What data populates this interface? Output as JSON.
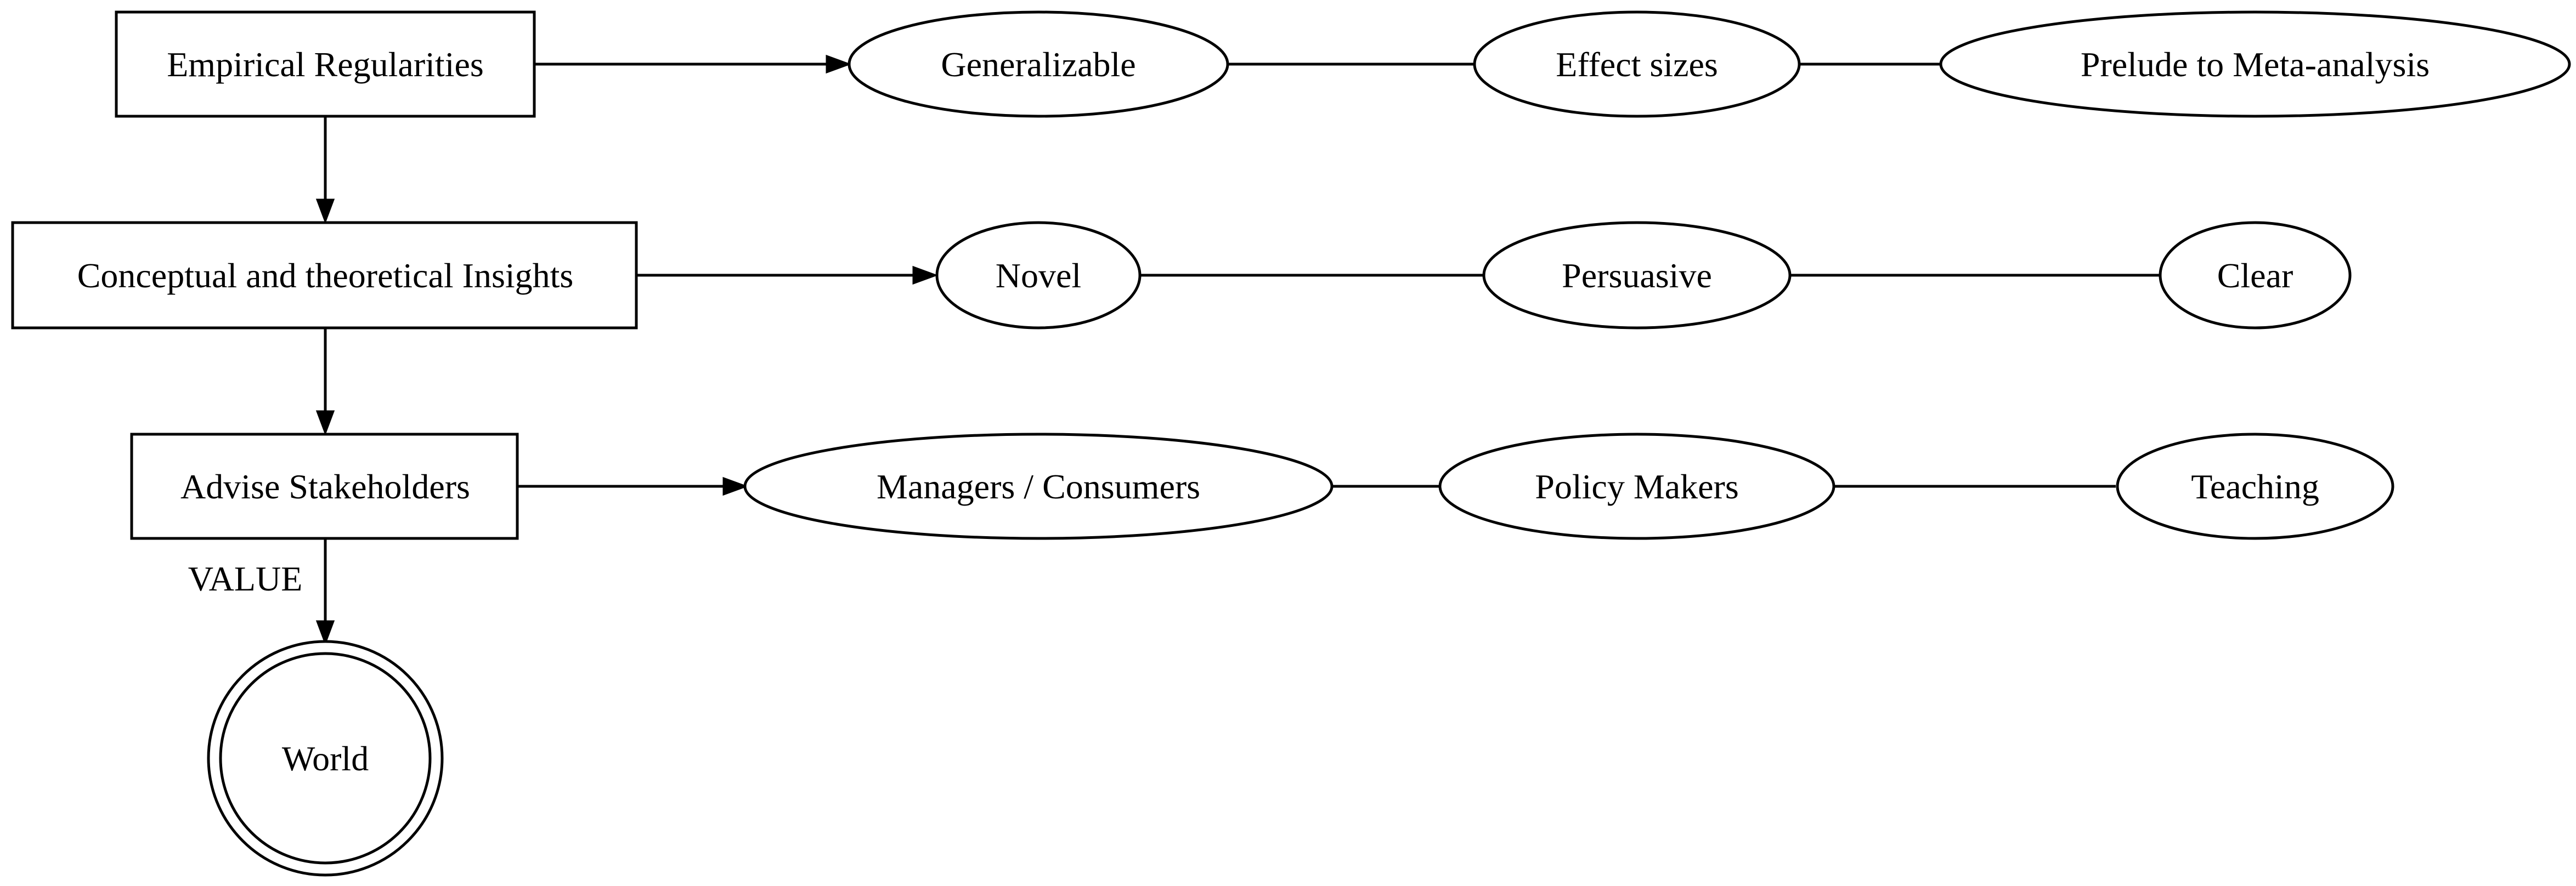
{
  "nodes": {
    "empirical_regularities": "Empirical Regularities",
    "conceptual_insights": "Conceptual and theoretical Insights",
    "advise_stakeholders": "Advise Stakeholders",
    "world": "World",
    "generalizable": "Generalizable",
    "effect_sizes": "Effect sizes",
    "prelude_meta_analysis": "Prelude to Meta-analysis",
    "novel": "Novel",
    "persuasive": "Persuasive",
    "clear": "Clear",
    "managers_consumers": "Managers / Consumers",
    "policy_makers": "Policy Makers",
    "teaching": "Teaching"
  },
  "edge_labels": {
    "value": "VALUE"
  },
  "colors": {
    "stroke": "#000000",
    "fill": "#ffffff",
    "background": "#ffffff"
  }
}
